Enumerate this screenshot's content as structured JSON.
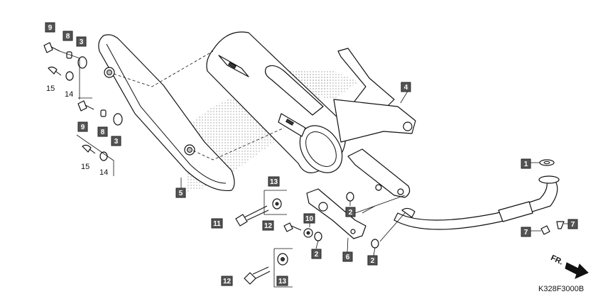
{
  "diagram_code": "K328F3000B",
  "direction_label": "FR.",
  "callouts": {
    "c1": "1",
    "c2a": "2",
    "c2b": "2",
    "c2c": "2",
    "c3a": "3",
    "c3b": "3",
    "c4": "4",
    "c5": "5",
    "c6": "6",
    "c7a": "7",
    "c7b": "7",
    "c8a": "8",
    "c8b": "8",
    "c9a": "9",
    "c9b": "9",
    "c10": "10",
    "c11": "11",
    "c12a": "12",
    "c12b": "12",
    "c13a": "13",
    "c13b": "13"
  },
  "plain_labels": {
    "l15a": "15",
    "l14a": "14",
    "l15b": "15",
    "l14b": "14"
  },
  "colors": {
    "callout_fill": "#555555",
    "line": "#111111"
  }
}
